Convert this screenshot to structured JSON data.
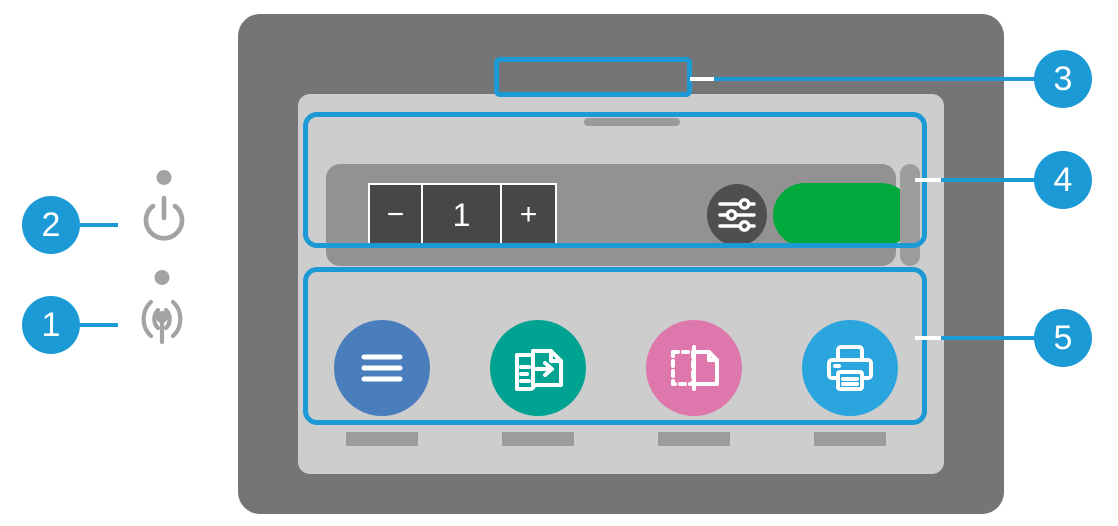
{
  "diagram": {
    "title": "Printer control panel callout diagram",
    "accent_color": "#1b9ad6",
    "bezel_color": "#757575",
    "screen_color": "#cdcdcd"
  },
  "callouts": [
    {
      "number": "1",
      "target": "wireless-status-light",
      "position": "left"
    },
    {
      "number": "2",
      "target": "power-status-light",
      "position": "left"
    },
    {
      "number": "3",
      "target": "home-status-bar",
      "position": "right"
    },
    {
      "number": "4",
      "target": "copy-count-row",
      "position": "right"
    },
    {
      "number": "5",
      "target": "app-shortcut-row",
      "position": "right"
    }
  ],
  "status_lights": {
    "power": {
      "icon": "power-icon",
      "led": "power-led",
      "color": "#a3a3a3"
    },
    "wireless": {
      "icon": "wireless-icon",
      "led": "wireless-led",
      "color": "#a3a3a3"
    }
  },
  "panel": {
    "home_bar": {
      "icon": "home-bar-pill",
      "color": "#9a9a9a"
    },
    "copy_row": {
      "background": "#929292",
      "stepper": {
        "decrement_label": "−",
        "value": "1",
        "increment_label": "+",
        "fill": "#474747",
        "border": "#ffffff"
      },
      "settings_button": {
        "icon": "sliders-icon",
        "color": "#4f4f4f"
      },
      "start_button": {
        "icon": "start-button",
        "color": "#00a93c"
      },
      "scroll_indicator": {
        "icon": "scroll-indicator",
        "color": "#9d9d9d"
      }
    },
    "apps": [
      {
        "name": "menu",
        "icon": "hamburger-menu-icon",
        "color": "#4a7dbb",
        "label_bar": "#9c9c9c"
      },
      {
        "name": "scan",
        "icon": "scan-to-icon",
        "color": "#00a391",
        "label_bar": "#9c9c9c"
      },
      {
        "name": "copy",
        "icon": "copy-icon",
        "color": "#dd77ac",
        "label_bar": "#9c9c9c"
      },
      {
        "name": "print",
        "icon": "printer-icon",
        "color": "#2ba5de",
        "label_bar": "#9c9c9c"
      }
    ]
  }
}
